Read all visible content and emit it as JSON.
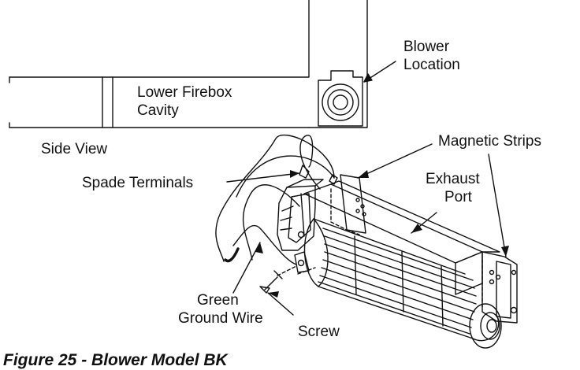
{
  "labels": {
    "blower_location_line1": "Blower",
    "blower_location_line2": "Location",
    "lower_firebox_line1": "Lower Firebox",
    "lower_firebox_line2": "Cavity",
    "side_view": "Side View",
    "magnetic_strips": "Magnetic Strips",
    "spade_terminals": "Spade Terminals",
    "exhaust_port_line1": "Exhaust",
    "exhaust_port_line2": "Port",
    "green_ground_wire_line1": "Green",
    "green_ground_wire_line2": "Ground Wire",
    "screw": "Screw"
  },
  "caption": "Figure 25 - Blower Model BK"
}
